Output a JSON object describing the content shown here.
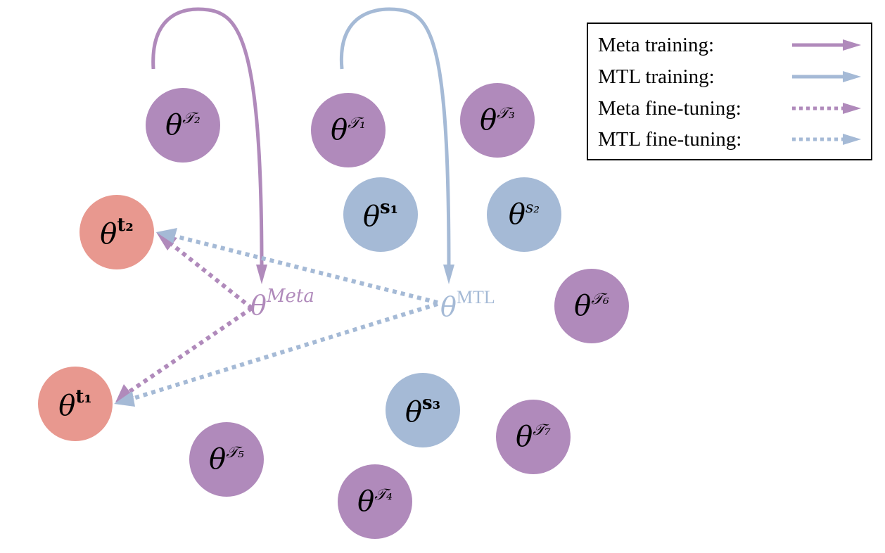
{
  "legend": {
    "items": [
      {
        "label": "Meta training:",
        "style": "solid",
        "color": "#b08abb"
      },
      {
        "label": "MTL training:",
        "style": "solid",
        "color": "#a5bad6"
      },
      {
        "label": "Meta fine-tuning:",
        "style": "dotted",
        "color": "#b08abb"
      },
      {
        "label": "MTL fine-tuning:",
        "style": "dotted",
        "color": "#a5bad6"
      }
    ]
  },
  "center_nodes": {
    "meta": {
      "base": "θ",
      "sup": "Meta",
      "color": "#b08abb"
    },
    "mtl": {
      "base": "θ",
      "sup": "MTL",
      "color": "#a5bad6"
    }
  },
  "nodes": {
    "t2_task": {
      "base": "θ",
      "sup": "𝒯₂",
      "color": "#b08abb"
    },
    "t1_task": {
      "base": "θ",
      "sup": "𝒯₁",
      "color": "#b08abb"
    },
    "t3_task": {
      "base": "θ",
      "sup": "𝒯₃",
      "color": "#b08abb"
    },
    "s1": {
      "base": "θ",
      "sup": "s₁",
      "color": "#a5bad6"
    },
    "s2": {
      "base": "θ",
      "sup": "s₂",
      "color": "#a5bad6"
    },
    "target_t2": {
      "base": "θ",
      "sup": "t₂",
      "color": "#e8988f"
    },
    "t6_task": {
      "base": "θ",
      "sup": "𝒯₆",
      "color": "#b08abb"
    },
    "target_t1": {
      "base": "θ",
      "sup": "t₁",
      "color": "#e8988f"
    },
    "s3": {
      "base": "θ",
      "sup": "s₃",
      "color": "#a5bad6"
    },
    "t7_task": {
      "base": "θ",
      "sup": "𝒯₇",
      "color": "#b08abb"
    },
    "t5_task": {
      "base": "θ",
      "sup": "𝒯₅",
      "color": "#b08abb"
    },
    "t4_task": {
      "base": "θ",
      "sup": "𝒯₄",
      "color": "#b08abb"
    }
  },
  "colors": {
    "meta": "#b08abb",
    "mtl": "#a5bad6",
    "target": "#e8988f"
  }
}
